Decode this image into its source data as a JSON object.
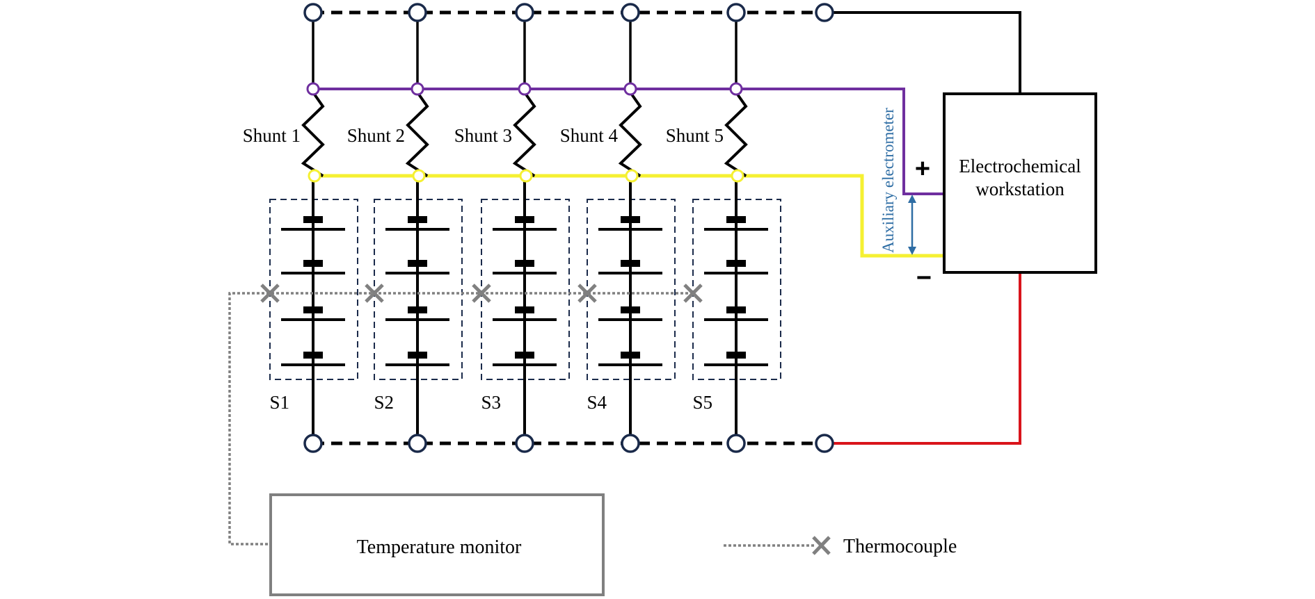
{
  "diagram": {
    "type": "circuit-schematic",
    "shunts": [
      {
        "label": "Shunt 1"
      },
      {
        "label": "Shunt 2"
      },
      {
        "label": "Shunt 3"
      },
      {
        "label": "Shunt 4"
      },
      {
        "label": "Shunt 5"
      }
    ],
    "strings": [
      {
        "label": "S1",
        "cells": 4
      },
      {
        "label": "S2",
        "cells": 4
      },
      {
        "label": "S3",
        "cells": 4
      },
      {
        "label": "S4",
        "cells": 4
      },
      {
        "label": "S5",
        "cells": 4
      }
    ],
    "workstation": {
      "line1": "Electrochemical",
      "line2": "workstation"
    },
    "terminals": {
      "plus": "+",
      "minus": "−"
    },
    "auxiliary_label": "Auxiliary electrometer",
    "temperature_monitor": "Temperature monitor",
    "legend": {
      "thermocouple": "Thermocouple"
    },
    "colors": {
      "wire": "#000000",
      "node": "#1a2a4a",
      "sense_positive": "#6f2f9f",
      "sense_negative": "#f5f032",
      "return_wire": "#d9141b",
      "thermocouple": "#808080",
      "auxiliary": "#2e6da4"
    }
  }
}
